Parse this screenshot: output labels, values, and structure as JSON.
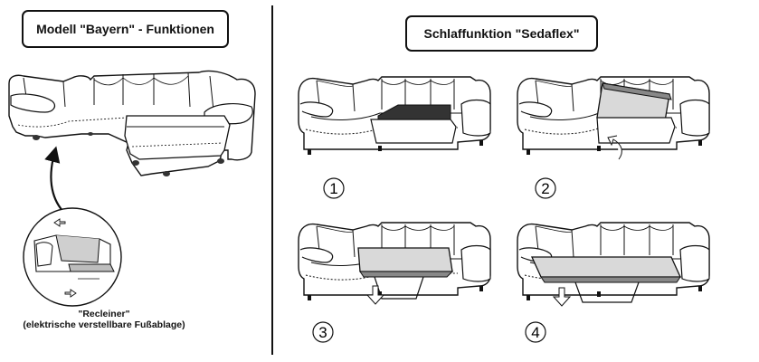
{
  "left_title": "Modell \"Bayern\" - Funktionen",
  "right_title": "Schlaffunktion \"Sedaflex\"",
  "recliner_label": "\"Recleiner\"",
  "recliner_sublabel": "(elektrische verstellbare Fußablage)",
  "steps": [
    "1",
    "2",
    "3",
    "4"
  ]
}
